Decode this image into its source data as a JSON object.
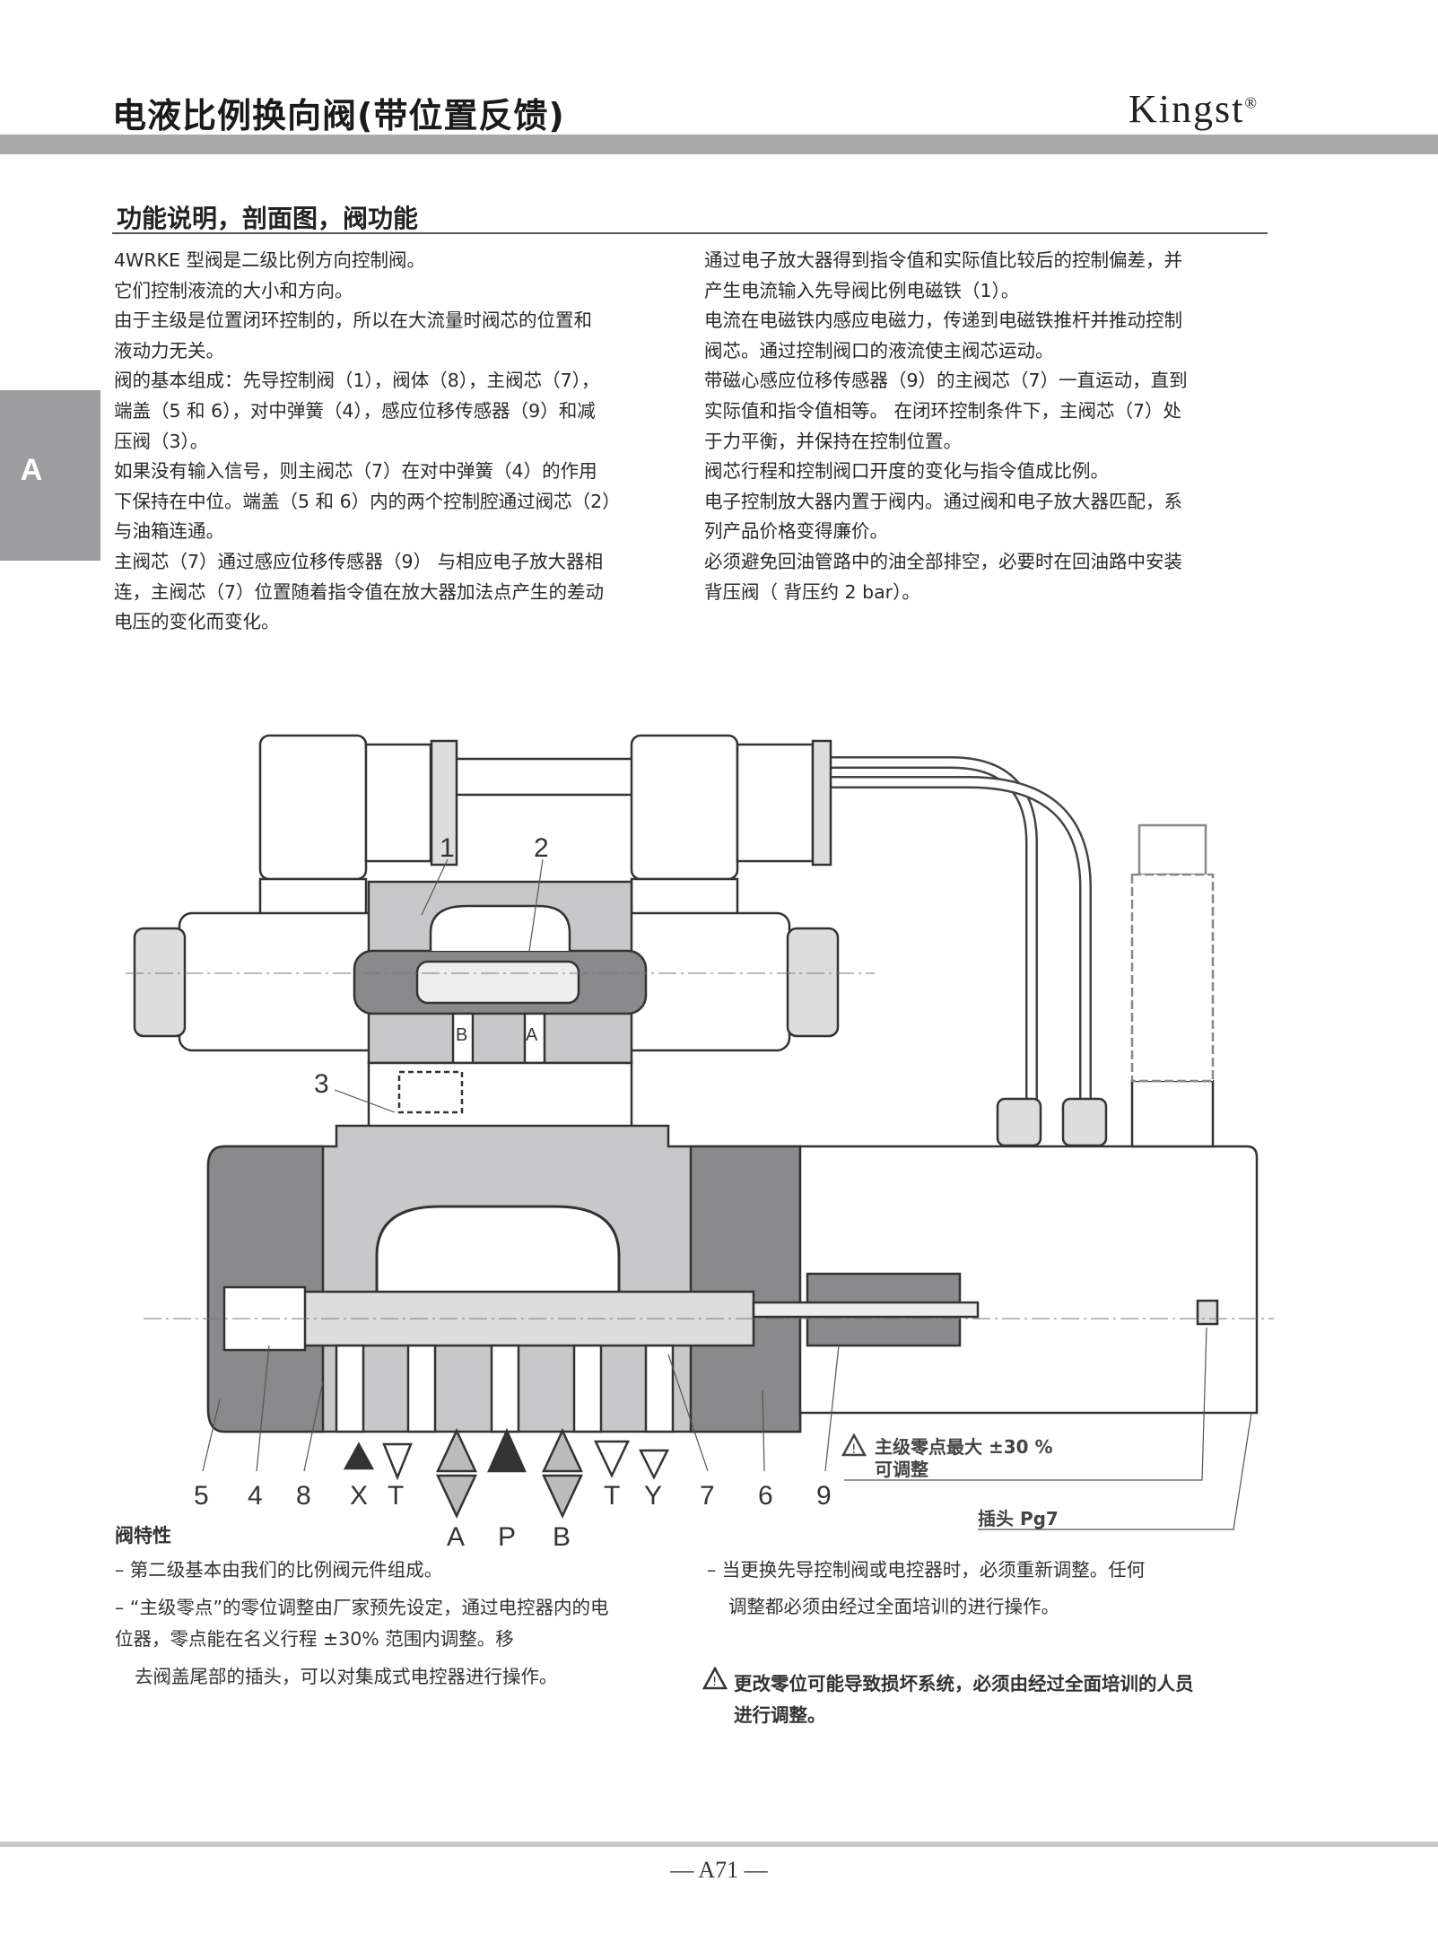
{
  "header": {
    "title": "电液比例换向阀(带位置反馈)",
    "brand": "Kingst",
    "brand_mark": "®"
  },
  "side_tab": "A",
  "section_title": "功能说明，剖面图，阀功能",
  "left_column": [
    "4WRKE 型阀是二级比例方向控制阀。",
    "它们控制液流的大小和方向。",
    "由于主级是位置闭环控制的，所以在大流量时阀芯的位置和",
    "液动力无关。",
    "阀的基本组成：先导控制阀（1），阀体（8），主阀芯（7），",
    "端盖（5 和 6），对中弹簧（4），感应位移传感器（9）和减",
    "压阀（3）。",
    "如果没有输入信号，则主阀芯（7）在对中弹簧（4）的作用",
    "下保持在中位。端盖（5 和 6）内的两个控制腔通过阀芯（2）",
    "与油箱连通。",
    "主阀芯（7）通过感应位移传感器（9） 与相应电子放大器相",
    "连，主阀芯（7）位置随着指令值在放大器加法点产生的差动",
    "电压的变化而变化。"
  ],
  "right_column": [
    "通过电子放大器得到指令值和实际值比较后的控制偏差，并",
    "产生电流输入先导阀比例电磁铁（1）。",
    "电流在电磁铁内感应电磁力，传递到电磁铁推杆并推动控制",
    "阀芯。通过控制阀口的液流使主阀芯运动。",
    "带磁心感应位移传感器（9）的主阀芯（7）一直运动，直到",
    "实际值和指令值相等。 在闭环控制条件下，主阀芯（7）处",
    "于力平衡，并保持在控制位置。",
    "阀芯行程和控制阀口开度的变化与指令值成比例。",
    "电子控制放大器内置于阀内。通过阀和电子放大器匹配，系",
    "列产品价格变得廉价。",
    "必须避免回油管路中的油全部排空，必要时在回油路中安装",
    "背压阀（ 背压约 2 bar）。"
  ],
  "diagram": {
    "callouts_top": [
      "1",
      "2",
      "3"
    ],
    "port_marks": [
      "B",
      "A"
    ],
    "callouts_bottom": [
      "5",
      "4",
      "8",
      "X",
      "T",
      "T",
      "Y",
      "7",
      "6",
      "9"
    ],
    "ports_bottom": [
      "A",
      "P",
      "B"
    ],
    "zero_note": [
      "主级零点最大 ±30 %",
      "可调整"
    ],
    "plug_note": "插头 Pg7"
  },
  "features": {
    "title": "阀特性",
    "left": [
      "– 第二级基本由我们的比例阀元件组成。",
      "– “主级零点”的零位调整由厂家预先设定，通过电控器内的电",
      "位器，零点能在名义行程 ±30% 范围内调整。移",
      "去阀盖尾部的插头，可以对集成式电控器进行操作。"
    ],
    "right": [
      "– 当更换先导控制阀或电控器时，必须重新调整。任何",
      "调整都必须由经过全面培训的进行操作。"
    ],
    "warning": [
      "更改零位可能导致损坏系统，必须由经过全面培训的人员",
      "进行调整。"
    ]
  },
  "footer": {
    "page": "— A71 —"
  },
  "colors": {
    "bar": "#a9a9ab",
    "tab": "#9d9d9f",
    "body_gray": "#8a8a8c",
    "part_gray": "#c8c8ca"
  }
}
